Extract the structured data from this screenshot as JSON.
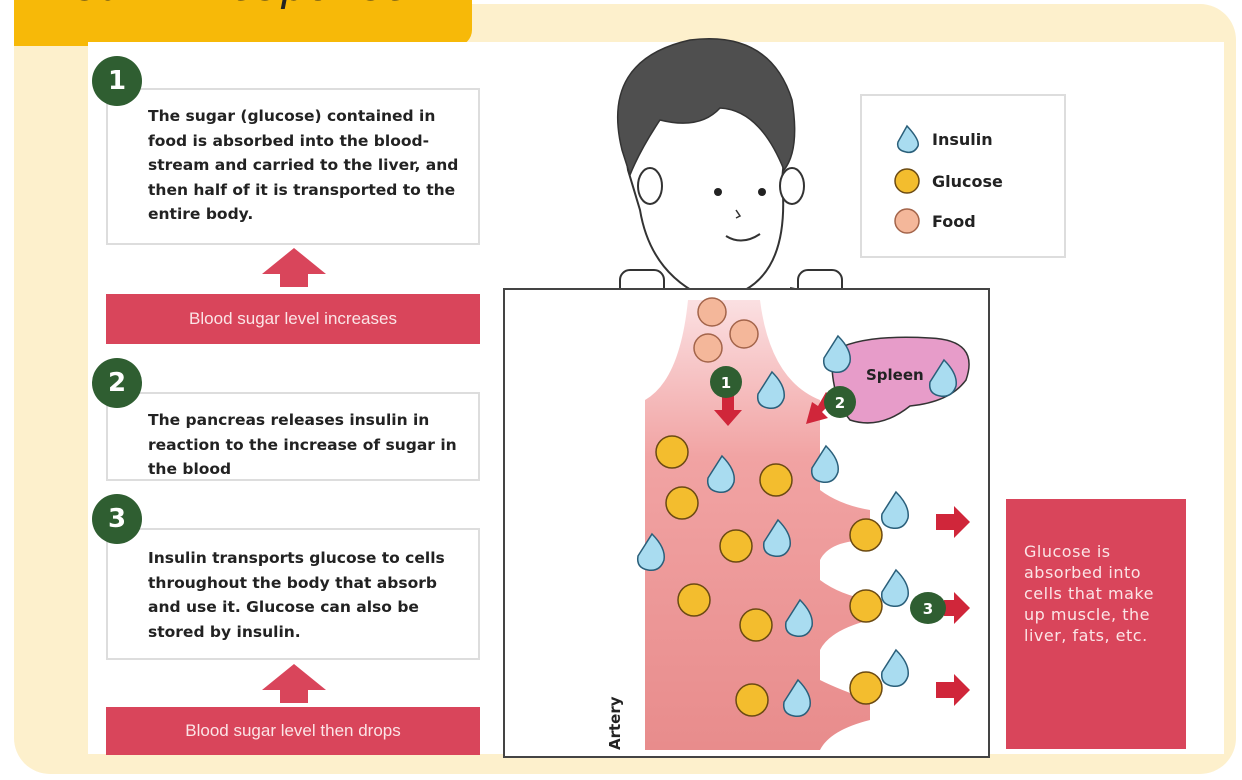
{
  "title": "Insulin Response",
  "steps": [
    {
      "number": "1",
      "text": "The sugar (glucose) contained in food is absorbed into the blood-stream and carried to the liver, and then half of it is transported to the entire body."
    },
    {
      "number": "2",
      "text": "The pancreas releases insulin in reaction to the increase of sugar in the blood"
    },
    {
      "number": "3",
      "text": "Insulin transports glucose to cells throughout the body that absorb and use it. Glucose can also be stored by insulin."
    }
  ],
  "bars": {
    "increase": "Blood sugar level increases",
    "drop": "Blood sugar level then drops"
  },
  "legend": [
    {
      "icon": "insulin-icon",
      "label": "Insulin"
    },
    {
      "icon": "glucose-icon",
      "label": "Glucose"
    },
    {
      "icon": "food-icon",
      "label": "Food"
    }
  ],
  "diagram": {
    "artery_label": "Artery",
    "spleen_label": "Spleen",
    "markers": [
      "1",
      "2",
      "3"
    ]
  },
  "result_text": "Glucose is absorbed into cells that make up muscle, the liver, fats, etc.",
  "colors": {
    "frame": "#fdf0cc",
    "title_tab": "#f7b908",
    "badge": "#2f5e31",
    "accent_red": "#d9455b",
    "spleen": "#e79cc9",
    "glucose": "#f3bd2e",
    "insulin": "#a9dcf0",
    "food": "#f4b79a"
  }
}
